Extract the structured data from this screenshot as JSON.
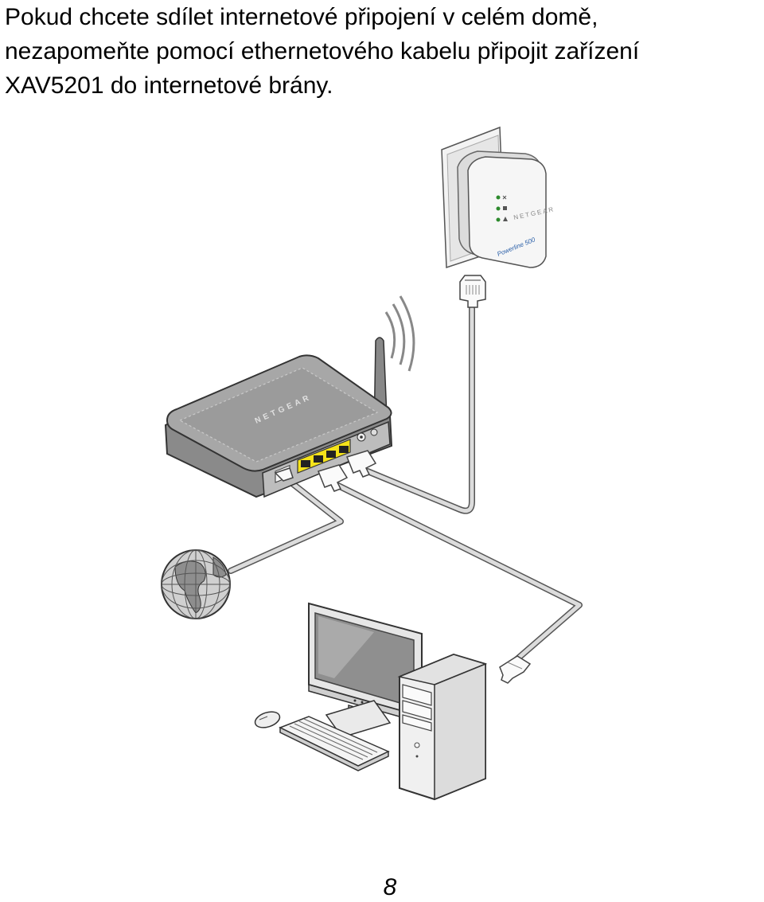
{
  "intro": {
    "lines": [
      "Pokud chcete sdílet internetové připojení v celém domě,",
      "nezapomeňte pomocí ethernetového kabelu připojit zařízení",
      "XAV5201 do internetové brány."
    ]
  },
  "diagram": {
    "router_brand": "NETGEAR",
    "adapter_brand": "NETGEAR",
    "adapter_logo": "Powerline 500",
    "icons": [
      "powerline-adapter-icon",
      "ethernet-plug-icon",
      "router-icon",
      "antenna-icon",
      "wifi-signal-icon",
      "globe-icon",
      "monitor-icon",
      "keyboard-icon",
      "mouse-icon",
      "pc-tower-icon"
    ],
    "colors": {
      "lan_ports": "#f4e21a",
      "outline": "#333333",
      "device_grey": "#9a9a9a"
    }
  },
  "page": {
    "number": "8"
  }
}
